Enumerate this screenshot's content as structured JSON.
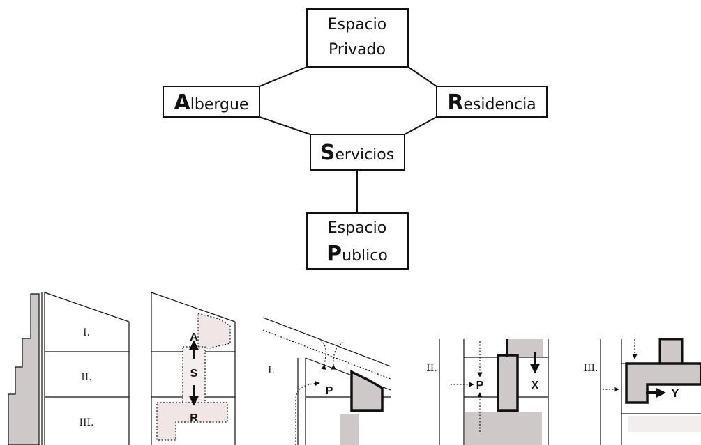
{
  "nodes": {
    "espacio_privado": {
      "line1": "Espacio",
      "line2": "Privado"
    },
    "albergue": {
      "initial": "A",
      "rest": "lbergue"
    },
    "residencia": {
      "initial": "R",
      "rest": "esidencia"
    },
    "servicios": {
      "initial": "S",
      "rest": "ervicios"
    },
    "espacio_publico": {
      "line1": "Espacio",
      "initial": "P",
      "rest": "ublico"
    }
  },
  "panel1": {
    "labels": [
      "I.",
      "II.",
      "III."
    ]
  },
  "panel2": {
    "labels": [
      "A",
      "S",
      "R"
    ]
  },
  "panel3": {
    "roman": "I.",
    "label": "P"
  },
  "panel4": {
    "roman": "II.",
    "label_p": "P",
    "label_x": "X"
  },
  "panel5": {
    "roman": "III.",
    "label_y": "Y"
  },
  "colors": {
    "stroke": "#111111",
    "grey_fill": "#cfc8c8",
    "pink_fill": "#f0e6e6"
  }
}
